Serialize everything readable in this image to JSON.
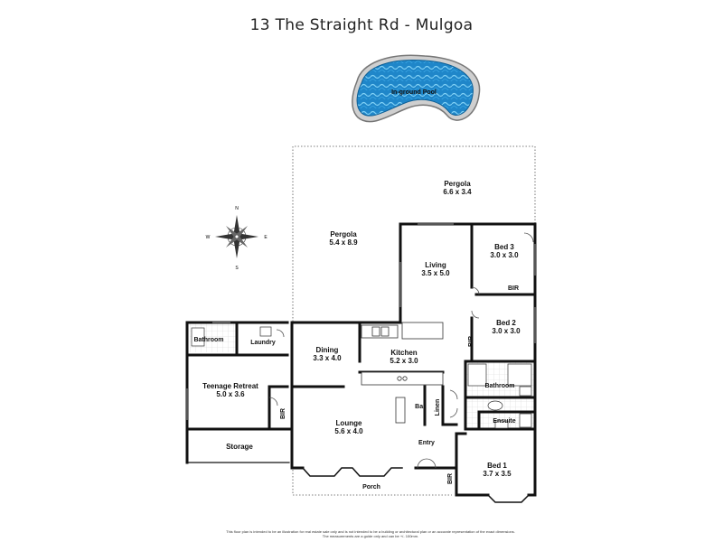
{
  "title": "13 The Straight Rd - Mulgoa",
  "pool_label": "In-ground Pool",
  "compass": {
    "n": "N",
    "e": "E",
    "s": "S",
    "w": "W"
  },
  "rooms": {
    "pergola_top": {
      "name": "Pergola",
      "dim": "6.6 x 3.4"
    },
    "pergola_left": {
      "name": "Pergola",
      "dim": "5.4 x 8.9"
    },
    "living": {
      "name": "Living",
      "dim": "3.5 x 5.0"
    },
    "bed3": {
      "name": "Bed 3",
      "dim": "3.0 x 3.0"
    },
    "bed2": {
      "name": "Bed 2",
      "dim": "3.0 x 3.0"
    },
    "bed1": {
      "name": "Bed 1",
      "dim": "3.7 x 3.5"
    },
    "dining": {
      "name": "Dining",
      "dim": "3.3 x 4.0"
    },
    "kitchen": {
      "name": "Kitchen",
      "dim": "5.2 x 3.0"
    },
    "lounge": {
      "name": "Lounge",
      "dim": "5.6 x 4.0"
    },
    "teenage": {
      "name": "Teenage Retreat",
      "dim": "5.0 x 3.6"
    },
    "bathroom_left": "Bathroom",
    "laundry": "Laundry",
    "storage": "Storage",
    "bathroom_right": "Bathroom",
    "ensuite": "Ensuite",
    "bar": "Bar",
    "linen": "Linen",
    "entry": "Entry",
    "porch": "Porch",
    "bir": "BIR"
  },
  "disclaimer": {
    "line1": "This floor plan is intended to be an illustration for real estate sale only and is not intended to be a building or architectural plan or an accurate representation of the exact dimensions.",
    "line2": "The measurements are a guide only and can be +/- 100mm."
  }
}
